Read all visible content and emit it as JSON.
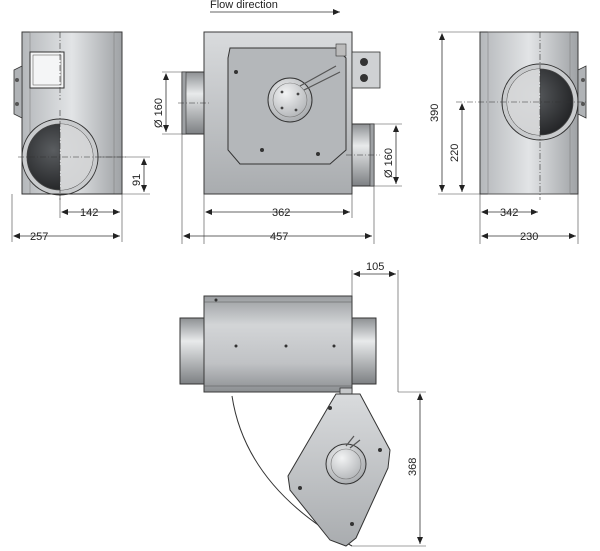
{
  "flow_direction": "Flow direction",
  "colors": {
    "housing_light": "#d8dadc",
    "housing_dark": "#8a8d90",
    "panel": "#b9bbbe",
    "outline": "#3a3a3a",
    "duct": "#c7c9cb"
  },
  "dimensions": {
    "left_view": {
      "width_total": "257",
      "spigot_offset": "142",
      "spigot_height": "91"
    },
    "front_view": {
      "spigot_left_dia": "Ø 160",
      "spigot_right_dia": "Ø 160",
      "width_body": "362",
      "width_total": "457"
    },
    "right_view": {
      "height_total": "390",
      "spigot_height": "220",
      "offset": "342",
      "width_total": "230"
    },
    "top_view": {
      "hinge_offset": "105",
      "door_length": "368"
    }
  }
}
